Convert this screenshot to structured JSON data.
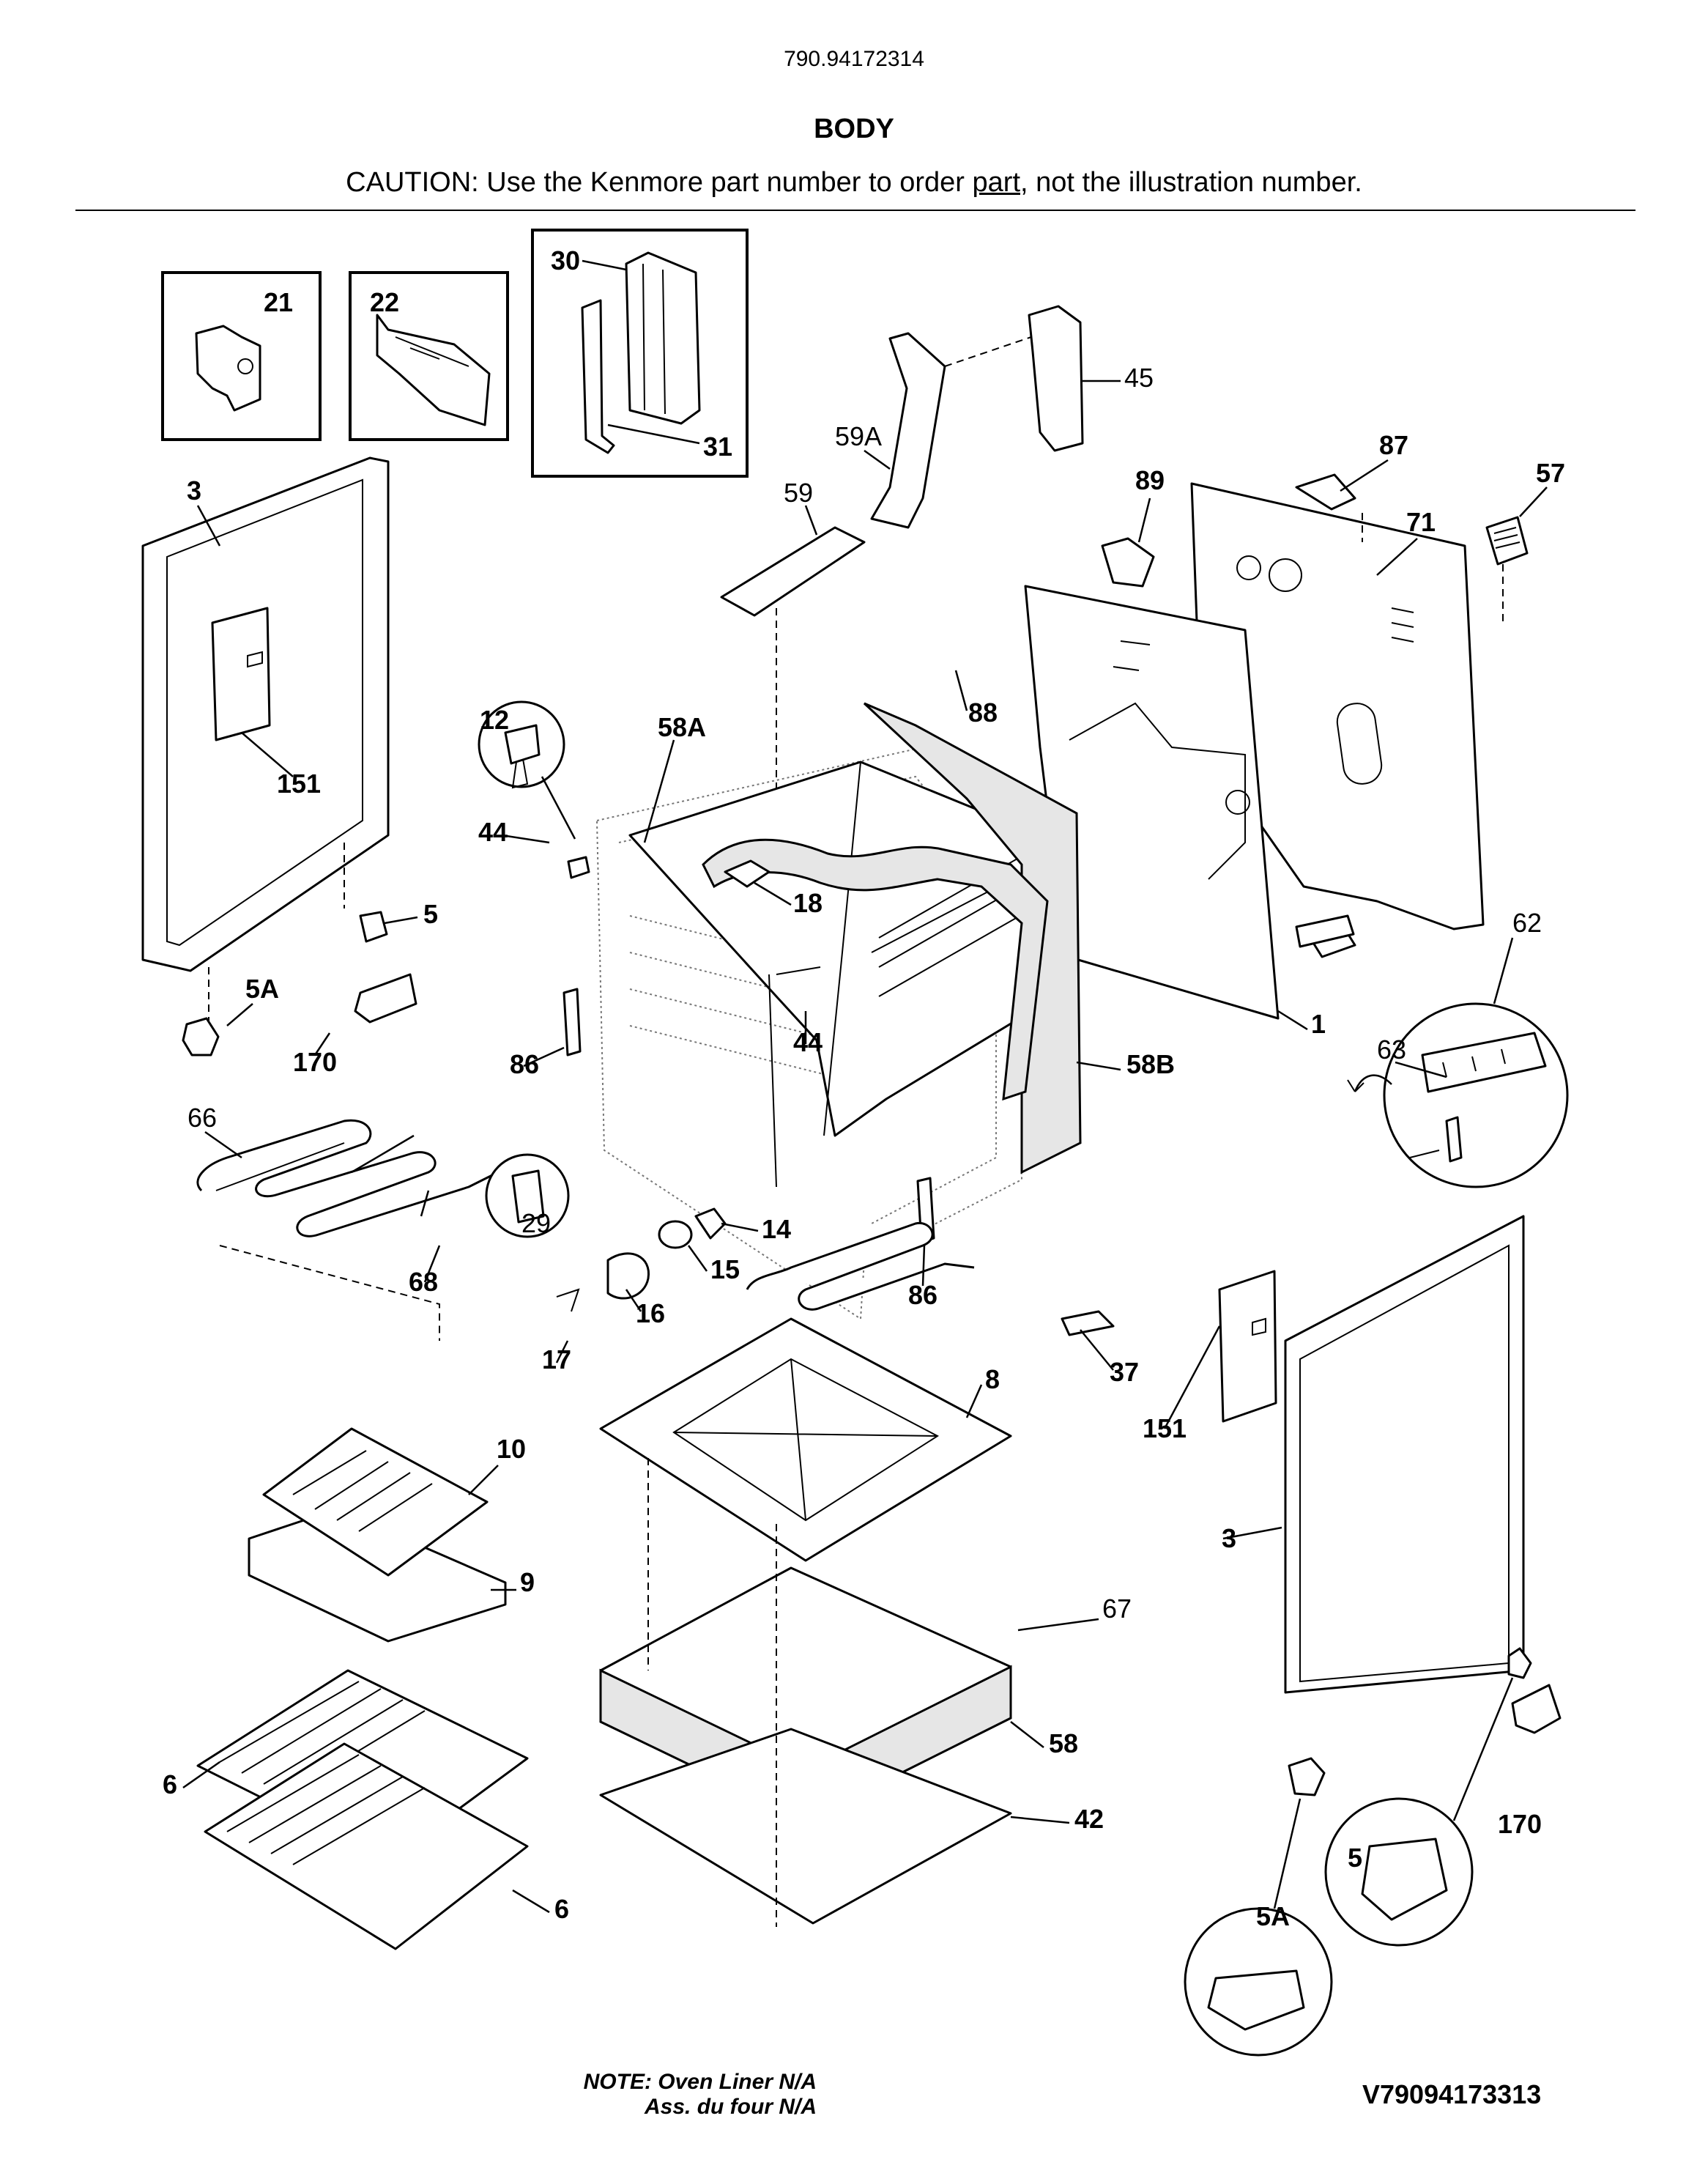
{
  "header": {
    "model_number": "790.94172314",
    "section_title": "BODY",
    "caution_prefix": "CAUTION: Use the Kenmore part number to order ",
    "caution_link": "part",
    "caution_suffix": ", not the illustration number."
  },
  "callouts": [
    "21",
    "22",
    "30",
    "31",
    "45",
    "59A",
    "59",
    "87",
    "57",
    "89",
    "71",
    "3",
    "151",
    "12",
    "58A",
    "88",
    "44",
    "18",
    "5",
    "5A",
    "170",
    "62",
    "1",
    "63",
    "86",
    "44",
    "58B",
    "66",
    "29",
    "14",
    "15",
    "86",
    "68",
    "16",
    "17",
    "37",
    "8",
    "151",
    "10",
    "9",
    "3",
    "67",
    "58",
    "6",
    "42",
    "170",
    "5",
    "5A",
    "6"
  ],
  "footer": {
    "note_line1": "NOTE: Oven Liner N/A",
    "note_line2": "Ass. du four N/A",
    "drawing_number": "V79094173313"
  }
}
